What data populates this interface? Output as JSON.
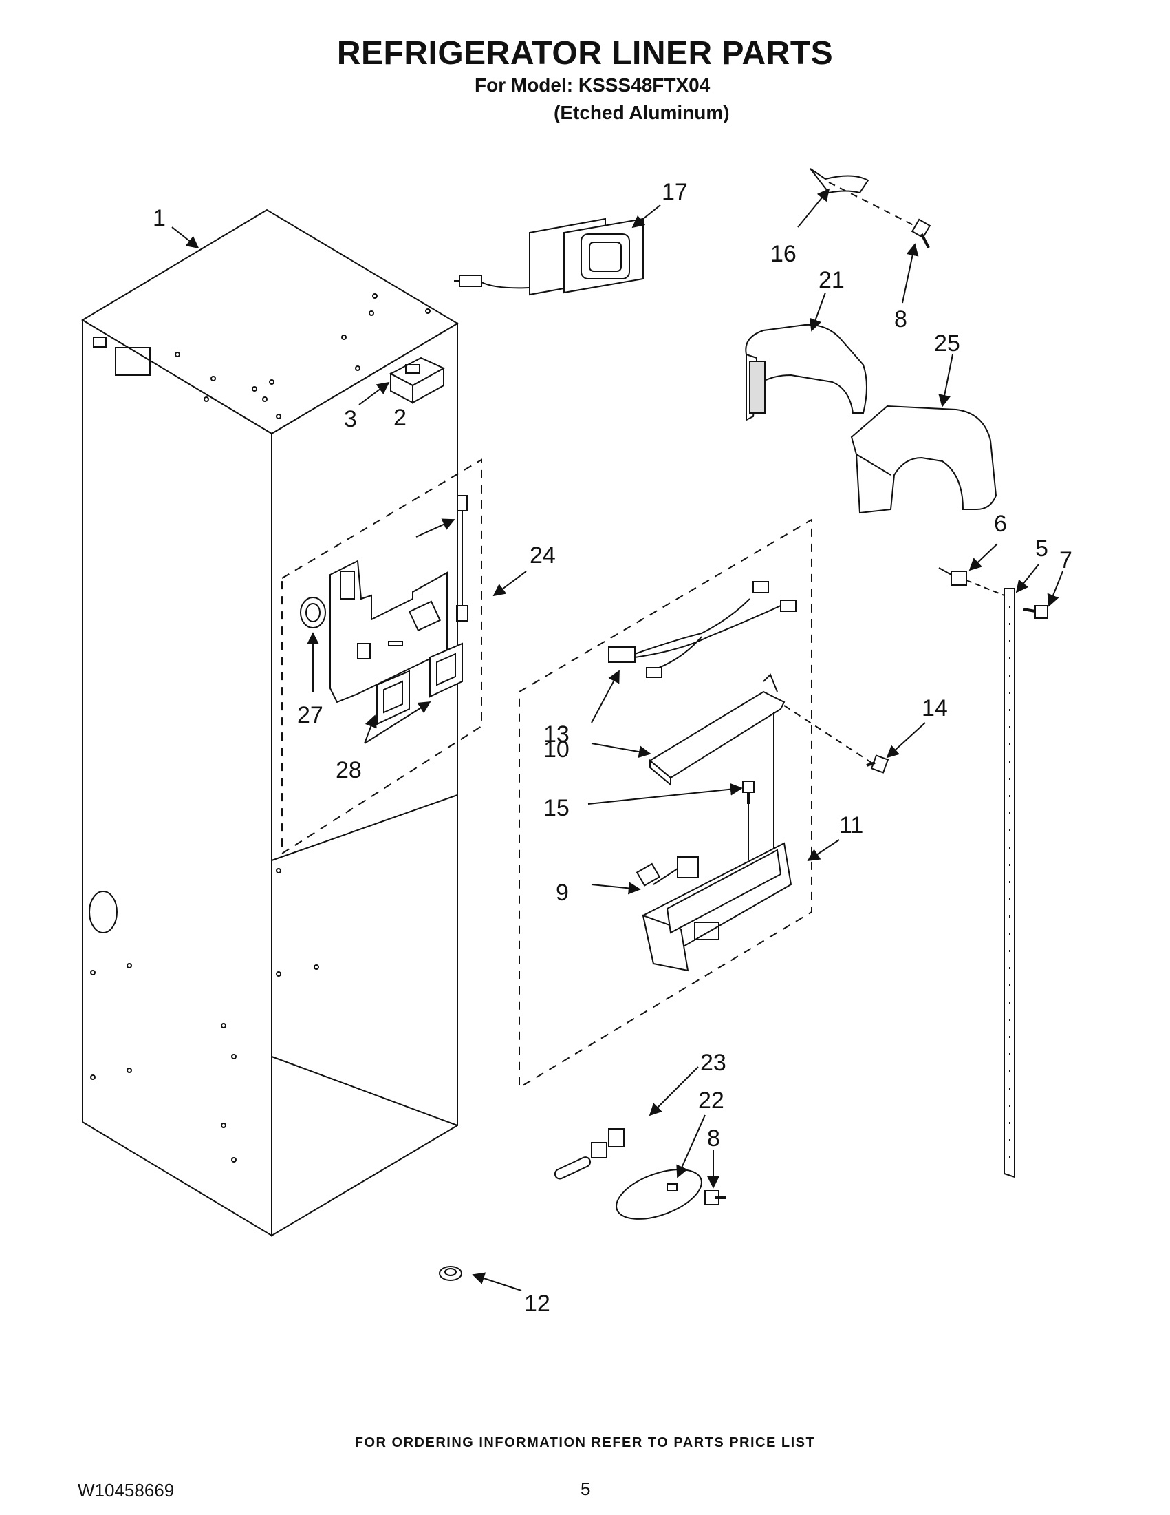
{
  "title": "REFRIGERATOR LINER PARTS",
  "model_line": "For Model: KSSS48FTX04",
  "model_variant": "(Etched Aluminum)",
  "footer_note": "FOR ORDERING INFORMATION REFER TO PARTS PRICE LIST",
  "document_number": "W10458669",
  "page_number": "5",
  "part_labels": {
    "p1": "1",
    "p2": "2",
    "p3": "3",
    "p5": "5",
    "p6": "6",
    "p7": "7",
    "p8a": "8",
    "p8b": "8",
    "p9": "9",
    "p10": "10",
    "p11": "11",
    "p12": "12",
    "p13": "13",
    "p14": "14",
    "p15": "15",
    "p16": "16",
    "p17": "17",
    "p21": "21",
    "p22": "22",
    "p23": "23",
    "p24": "24",
    "p25": "25",
    "p27": "27",
    "p28": "28"
  }
}
